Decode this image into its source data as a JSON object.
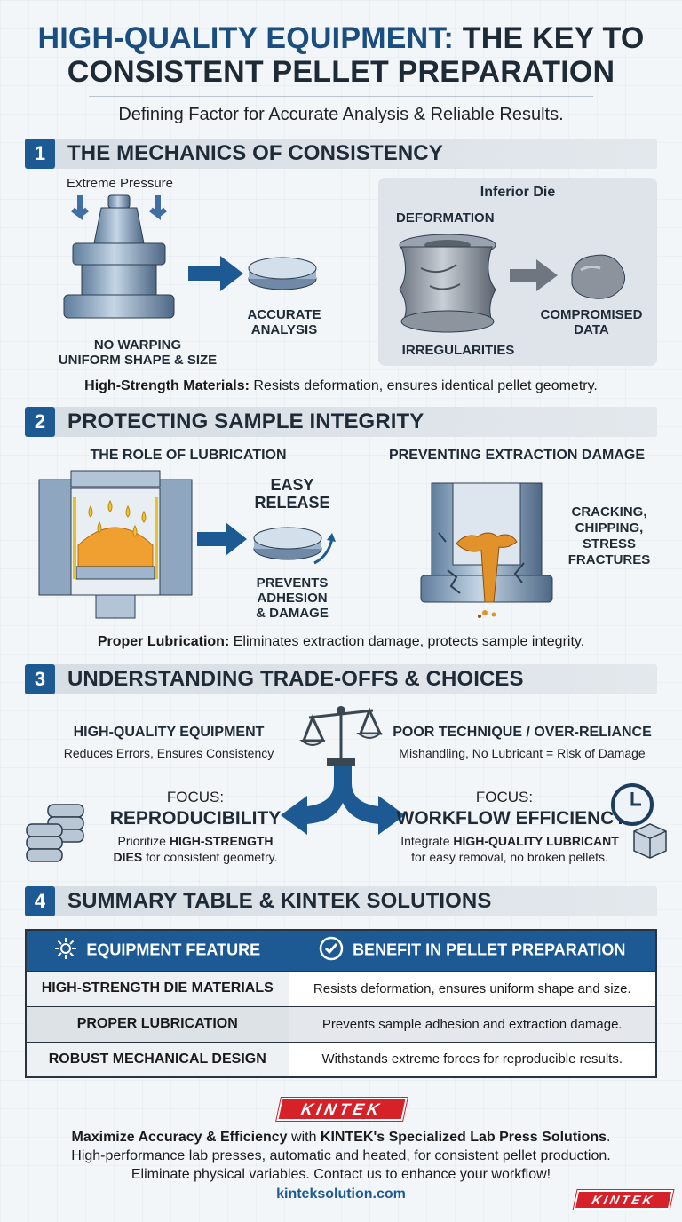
{
  "header": {
    "title_line1_blue": "HIGH-QUALITY EQUIPMENT:",
    "title_line1_dark": "THE KEY TO",
    "title_line2": "CONSISTENT PELLET PREPARATION",
    "subtitle": "Defining Factor for Accurate Analysis & Reliable Results."
  },
  "section1": {
    "number": "1",
    "title": "THE MECHANICS OF CONSISTENCY",
    "extreme_pressure": "Extreme Pressure",
    "accurate_line1": "ACCURATE",
    "accurate_line2": "ANALYSIS",
    "no_warping": "NO WARPING",
    "uniform": "UNIFORM SHAPE & SIZE",
    "inferior_die": "Inferior Die",
    "deformation": "DEFORMATION",
    "compromised_line1": "COMPROMISED",
    "compromised_line2": "DATA",
    "irregularities": "IRREGULARITIES",
    "caption_bold": "High-Strength Materials:",
    "caption_rest": " Resists deformation, ensures identical pellet geometry."
  },
  "section2": {
    "number": "2",
    "title": "PROTECTING SAMPLE INTEGRITY",
    "lubrication_title": "THE ROLE OF LUBRICATION",
    "easy_line1": "EASY",
    "easy_line2": "RELEASE",
    "prevents_line1": "PREVENTS",
    "prevents_line2": "ADHESION",
    "prevents_line3": "& DAMAGE",
    "extraction_title": "PREVENTING EXTRACTION DAMAGE",
    "cracking_line1": "CRACKING,",
    "cracking_line2": "CHIPPING,",
    "cracking_line3": "STRESS",
    "cracking_line4": "FRACTURES",
    "caption_bold": "Proper Lubrication:",
    "caption_rest": " Eliminates extraction damage, protects sample integrity."
  },
  "section3": {
    "number": "3",
    "title": "UNDERSTANDING TRADE-OFFS & CHOICES",
    "left_title": "HIGH-QUALITY EQUIPMENT",
    "left_sub": "Reduces Errors, Ensures Consistency",
    "right_title": "POOR TECHNIQUE / OVER-RELIANCE",
    "right_sub": "Mishandling, No Lubricant = Risk of Damage",
    "focus_label": "FOCUS:",
    "left_focus": "REPRODUCIBILITY",
    "left_desc1_pre": "Prioritize ",
    "left_desc1_bold": "HIGH-STRENGTH",
    "left_desc2_bold": "DIES",
    "left_desc2_rest": " for consistent geometry.",
    "right_focus": "WORKFLOW EFFICIENCY",
    "right_desc1_pre": "Integrate ",
    "right_desc1_bold": "HIGH-QUALITY LUBRICANT",
    "right_desc2": "for easy removal, no broken pellets."
  },
  "section4": {
    "number": "4",
    "title": "SUMMARY TABLE & KINTEK SOLUTIONS",
    "col1": "EQUIPMENT FEATURE",
    "col2": "BENEFIT IN PELLET PREPARATION",
    "rows": [
      {
        "feature": "HIGH-STRENGTH DIE MATERIALS",
        "benefit": "Resists deformation, ensures uniform shape and size."
      },
      {
        "feature": "PROPER LUBRICATION",
        "benefit": "Prevents sample adhesion and extraction damage."
      },
      {
        "feature": "ROBUST MECHANICAL DESIGN",
        "benefit": "Withstands extreme forces for reproducible results."
      }
    ]
  },
  "footer": {
    "logo": "KINTEK",
    "line1_bold1": "Maximize Accuracy & Efficiency",
    "line1_mid": " with ",
    "line1_bold2": "KINTEK's Specialized Lab Press Solutions",
    "line1_end": ".",
    "line2": "High-performance lab presses, automatic and heated, for consistent pellet production.",
    "line3": "Eliminate physical variables. Contact us to enhance your workflow!",
    "link": "kinteksolution.com"
  },
  "colors": {
    "brand_blue": "#1d5a94",
    "dark_text": "#1e2a36",
    "kintek_red": "#d62128",
    "powder_orange": "#f0a030"
  }
}
